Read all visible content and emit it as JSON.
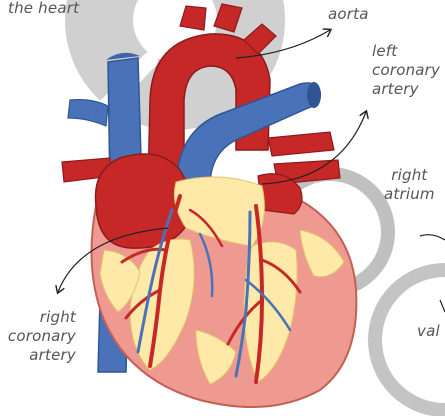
{
  "labels": {
    "title_fragment": "the heart",
    "aorta": "aorta",
    "left_coronary_line1": "left",
    "left_coronary_line2": "coronary",
    "left_coronary_line3": "artery",
    "right_atrium_line1": "right",
    "right_atrium_line2": "atrium",
    "right_coronary_line1": "right",
    "right_coronary_line2": "coronary",
    "right_coronary_line3": "artery",
    "valve_fragment": "val"
  },
  "colors": {
    "artery_red": "#c62828",
    "vein_blue": "#4a72b8",
    "heart_pink": "#ef9a91",
    "fat_yellow": "#ffe9a8",
    "watermark_gray": "#bdbdbd",
    "text_gray": "#555555",
    "pointer_black": "#222222"
  }
}
